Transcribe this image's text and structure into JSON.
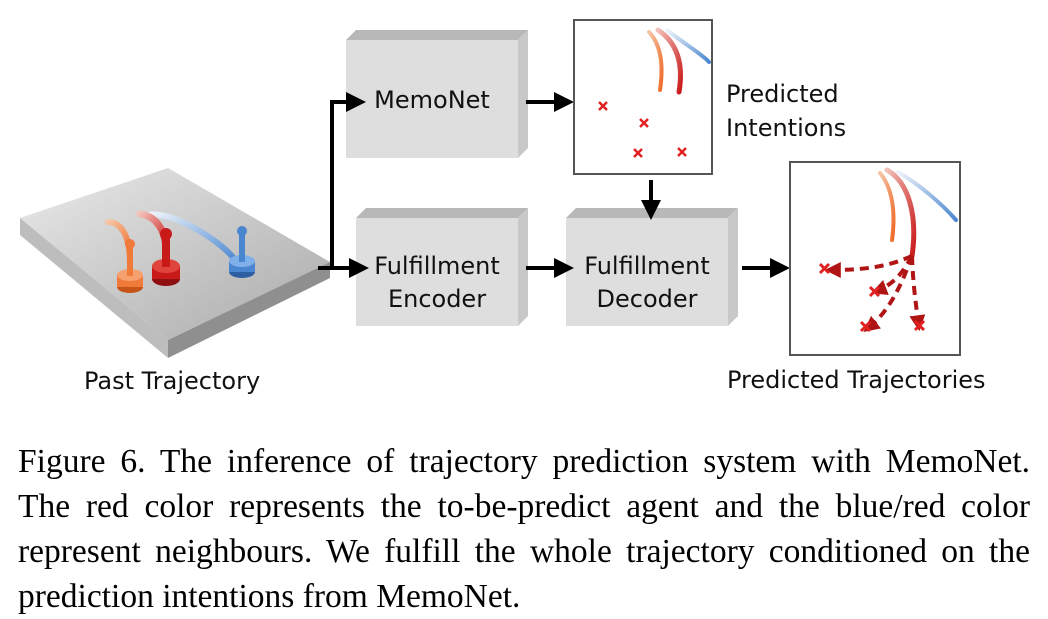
{
  "diagram": {
    "past_trajectory_label": "Past Trajectory",
    "memonet_label": "MemoNet",
    "fulfillment_encoder_label": "Fulfillment\nEncoder",
    "fulfillment_decoder_label": "Fulfillment\nDecoder",
    "predicted_intentions_label": "Predicted\nIntentions",
    "predicted_trajectories_label": "Predicted Trajectories",
    "colors": {
      "agent_red": "#c91a1a",
      "neighbour_orange": "#f07a3a",
      "neighbour_blue": "#4a86d0",
      "box_face": "#dedede",
      "box_top": "#b8b8b8",
      "box_side": "#c8c8c8",
      "arrow": "#000000"
    },
    "icons": [
      "box-3d-icon",
      "arrow-icon",
      "x-marker-icon",
      "agent-pin-icon"
    ]
  },
  "caption": {
    "text": "Figure 6. The inference of trajectory prediction system with MemoNet. The red color represents the to-be-predict agent and the blue/red color represent neighbours. We fulfill the whole trajectory conditioned on the prediction intentions from MemoNet."
  }
}
